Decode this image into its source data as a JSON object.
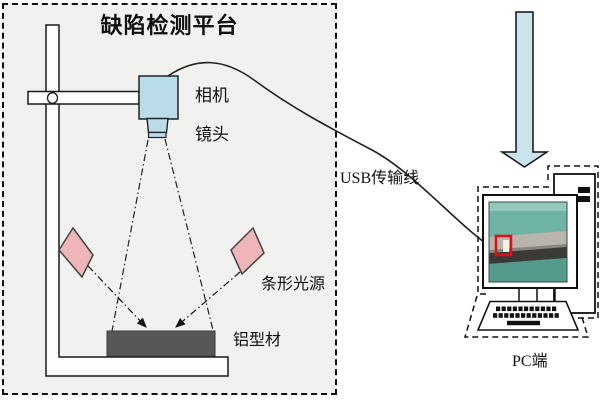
{
  "figure": {
    "platform": {
      "title": "缺陷检测平台",
      "labels": {
        "camera": "相机",
        "lens": "镜头",
        "light_source": "条形光源",
        "aluminum_profile": "铝型材"
      }
    },
    "connection": {
      "usb_label": "USB传输线"
    },
    "pc": {
      "label": "PC端"
    },
    "colors": {
      "platform_bg": "#f1f1ef",
      "camera_fill": "#b9dce8",
      "arrow_fill": "#c9e4ed",
      "light_source_fill": "#f0b5b7",
      "profile_fill": "#575757",
      "stand_fill": "#fdfdfd",
      "defect_marker": "#dd1111",
      "screen_teal": "#6fb3a7"
    }
  }
}
